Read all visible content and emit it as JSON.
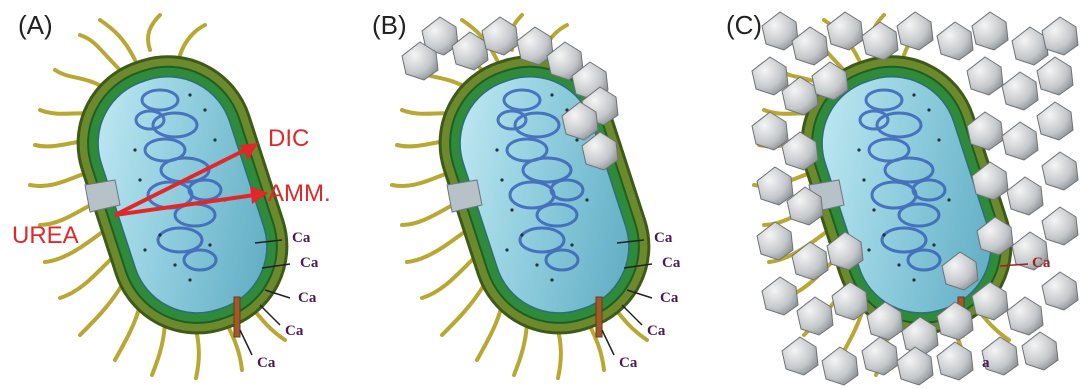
{
  "panels": [
    {
      "label": "(A)",
      "ca_labels": [
        "Ca",
        "Ca",
        "Ca",
        "Ca",
        "Ca"
      ],
      "annotations": {
        "urea": "UREA",
        "dic": "DIC",
        "amm": "AMM."
      }
    },
    {
      "label": "(B)",
      "ca_labels": [
        "Ca",
        "Ca",
        "Ca",
        "Ca",
        "Ca"
      ]
    },
    {
      "label": "(C)",
      "ca_labels": [
        "Ca",
        "a"
      ]
    }
  ],
  "colors": {
    "arrow": "#e02828",
    "ca_text": "#4a1a55",
    "cell_wall": "#2f8a3a",
    "cytoplasm": "#9fd3e0",
    "dna": "#3a63b8",
    "flagella": "#b9a733",
    "crystal": "#c9cccf"
  }
}
